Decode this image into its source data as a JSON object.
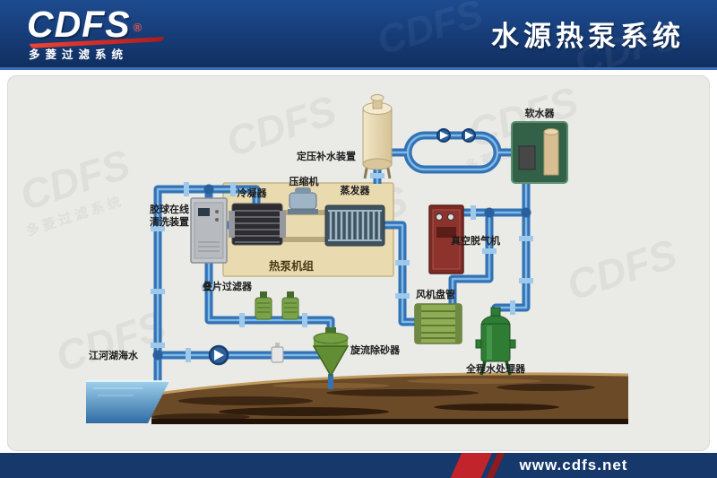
{
  "header": {
    "logo": "CDFS",
    "registered": "®",
    "logo_sub": "多菱过滤系统",
    "title": "水源热泵系统"
  },
  "watermark": {
    "logo": "CDFS",
    "name": "多菱过滤系统"
  },
  "diagram": {
    "labels": {
      "pressure_tank": "定压补水装置",
      "softener": "软水器",
      "condenser": "冷凝器",
      "compressor": "压缩机",
      "evaporator": "蒸发器",
      "heat_pump_unit": "热泵机组",
      "ball_clean_line1": "胶球在线",
      "ball_clean_line2": "清洗装置",
      "degasser": "真空脱气机",
      "fan_coil": "风机盘管",
      "disc_filter": "叠片过滤器",
      "cyclone": "旋流除砂器",
      "processor": "全程水处理器",
      "source_water": "江河湖海水"
    },
    "colors": {
      "pipe": "#3173b6",
      "pipe_highlight": "#8cc0e8",
      "unit_panel": "#e9dab0",
      "ground": "#6b4a28",
      "water": "#4d8cc0",
      "equipment_green": "#5f8a34",
      "cabinet_red": "#7e2a24",
      "header_blue": "#153972",
      "accent_red": "#c2242b"
    }
  },
  "footer": {
    "url": "www.cdfs.net"
  }
}
